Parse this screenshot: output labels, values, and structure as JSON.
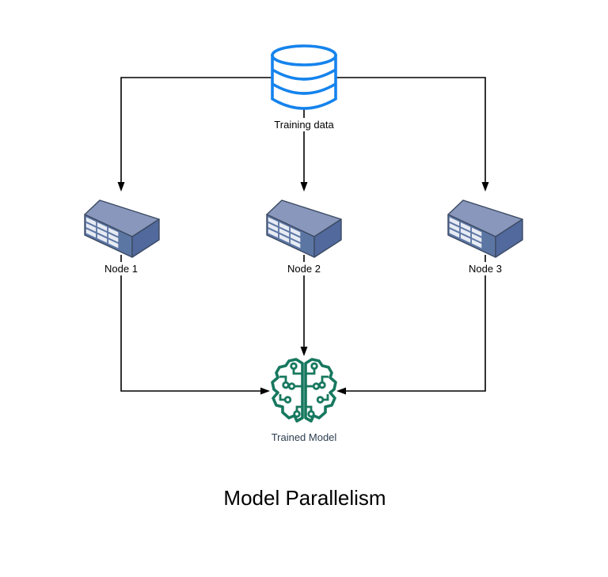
{
  "title": "Model Parallelism",
  "nodes": {
    "training_data": {
      "label": "Training data",
      "icon": "database-icon"
    },
    "node1": {
      "label": "Node 1",
      "icon": "server-icon"
    },
    "node2": {
      "label": "Node 2",
      "icon": "server-icon"
    },
    "node3": {
      "label": "Node 3",
      "icon": "server-icon"
    },
    "trained_model": {
      "label": "Trained Model",
      "icon": "brain-circuit-icon"
    }
  },
  "connections": [
    {
      "from": "training_data",
      "to": "node1"
    },
    {
      "from": "training_data",
      "to": "node2"
    },
    {
      "from": "training_data",
      "to": "node3"
    },
    {
      "from": "node1",
      "to": "trained_model"
    },
    {
      "from": "node2",
      "to": "trained_model"
    },
    {
      "from": "node3",
      "to": "trained_model"
    }
  ],
  "colors": {
    "background": "#ffffff",
    "database_stroke": "#1583ec",
    "server_top": "#8897bb",
    "server_front": "#5c76a4",
    "server_side": "#51699c",
    "server_slats": "#e7ebf3",
    "server_outline": "#3c4a63",
    "brain_stroke": "#17785f",
    "connector": "#000000",
    "label_text": "#000000",
    "trained_model_text": "#2d3e50"
  }
}
